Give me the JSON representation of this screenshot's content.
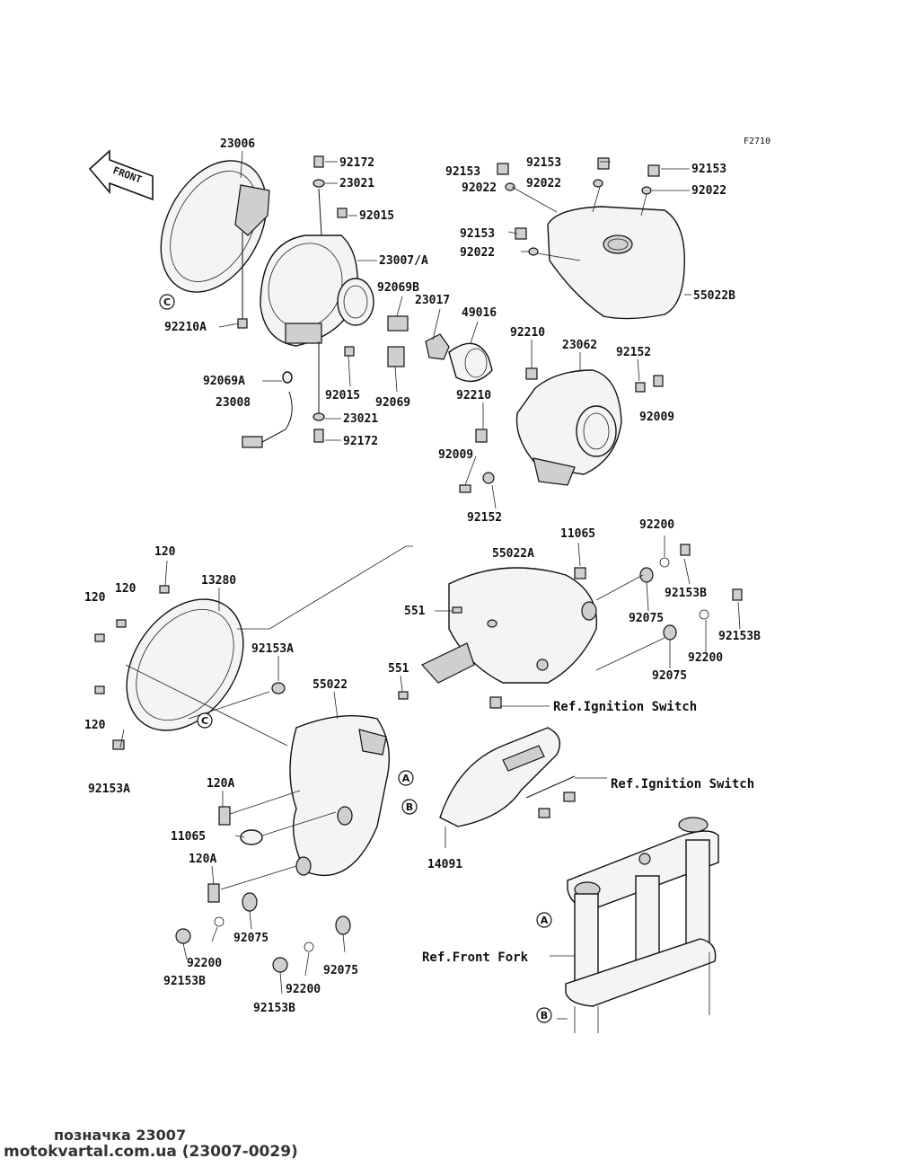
{
  "drawing_code": "F2710",
  "front_arrow_label": "FRONT",
  "callout_letters": [
    "A",
    "B",
    "C"
  ],
  "part_labels": [
    {
      "id": "23006",
      "text": "23006"
    },
    {
      "id": "92210A",
      "text": "92210A"
    },
    {
      "id": "92172-top",
      "text": "92172"
    },
    {
      "id": "23021-top",
      "text": "23021"
    },
    {
      "id": "92015-top",
      "text": "92015"
    },
    {
      "id": "23007A",
      "text": "23007/A"
    },
    {
      "id": "92069B",
      "text": "92069B"
    },
    {
      "id": "23017",
      "text": "23017"
    },
    {
      "id": "49016",
      "text": "49016"
    },
    {
      "id": "92069A",
      "text": "92069A"
    },
    {
      "id": "23008",
      "text": "23008"
    },
    {
      "id": "92015-bottom",
      "text": "92015"
    },
    {
      "id": "92069",
      "text": "92069"
    },
    {
      "id": "23021-bottom",
      "text": "23021"
    },
    {
      "id": "92172-bottom",
      "text": "92172"
    },
    {
      "id": "92153-a",
      "text": "92153"
    },
    {
      "id": "92022-a",
      "text": "92022"
    },
    {
      "id": "92153-b",
      "text": "92153"
    },
    {
      "id": "92022-b",
      "text": "92022"
    },
    {
      "id": "92153-c",
      "text": "92153"
    },
    {
      "id": "92022-c",
      "text": "92022"
    },
    {
      "id": "92153-d",
      "text": "92153"
    },
    {
      "id": "92022-d",
      "text": "92022"
    },
    {
      "id": "55022B",
      "text": "55022B"
    },
    {
      "id": "92210-a",
      "text": "92210"
    },
    {
      "id": "23062",
      "text": "23062"
    },
    {
      "id": "92152-a",
      "text": "92152"
    },
    {
      "id": "92009-a",
      "text": "92009"
    },
    {
      "id": "92210-b",
      "text": "92210"
    },
    {
      "id": "92009-b",
      "text": "92009"
    },
    {
      "id": "92152-b",
      "text": "92152"
    },
    {
      "id": "120-a",
      "text": "120"
    },
    {
      "id": "120-b",
      "text": "120"
    },
    {
      "id": "120-c",
      "text": "120"
    },
    {
      "id": "13280",
      "text": "13280"
    },
    {
      "id": "92153A-a",
      "text": "92153A"
    },
    {
      "id": "120-d",
      "text": "120"
    },
    {
      "id": "92153A-b",
      "text": "92153A"
    },
    {
      "id": "11065-top",
      "text": "11065"
    },
    {
      "id": "55022A",
      "text": "55022A"
    },
    {
      "id": "92200-a",
      "text": "92200"
    },
    {
      "id": "92153B-a",
      "text": "92153B"
    },
    {
      "id": "92075-a",
      "text": "92075"
    },
    {
      "id": "92153B-b",
      "text": "92153B"
    },
    {
      "id": "92200-b",
      "text": "92200"
    },
    {
      "id": "92075-b",
      "text": "92075"
    },
    {
      "id": "551-a",
      "text": "551"
    },
    {
      "id": "551-b",
      "text": "551"
    },
    {
      "id": "55022",
      "text": "55022"
    },
    {
      "id": "120A-a",
      "text": "120A"
    },
    {
      "id": "11065-bottom",
      "text": "11065"
    },
    {
      "id": "120A-b",
      "text": "120A"
    },
    {
      "id": "92075-c",
      "text": "92075"
    },
    {
      "id": "92200-c",
      "text": "92200"
    },
    {
      "id": "92153B-c",
      "text": "92153B"
    },
    {
      "id": "92075-d",
      "text": "92075"
    },
    {
      "id": "92200-d",
      "text": "92200"
    },
    {
      "id": "92153B-d",
      "text": "92153B"
    },
    {
      "id": "14091",
      "text": "14091"
    }
  ],
  "references": [
    {
      "id": "ref-ignition-1",
      "text": "Ref.Ignition Switch"
    },
    {
      "id": "ref-ignition-2",
      "text": "Ref.Ignition Switch"
    },
    {
      "id": "ref-front-fork",
      "text": "Ref.Front Fork"
    }
  ],
  "footer": {
    "caption": "позначка 23007",
    "source": "motokvartal.com.ua (23007-0029)"
  }
}
